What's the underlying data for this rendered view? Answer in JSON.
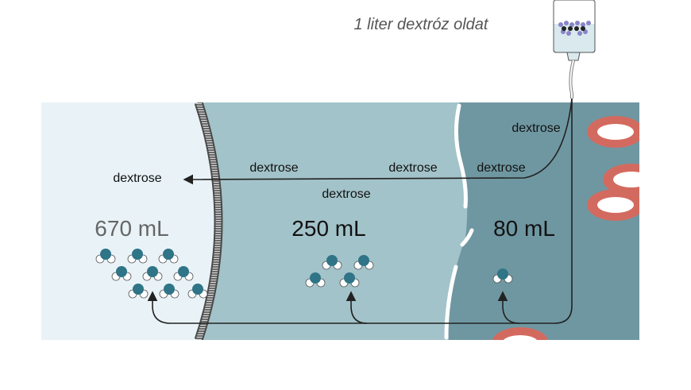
{
  "iv_bag": {
    "caption": "1 liter dextróz oldat"
  },
  "compartments": {
    "intracellular": {
      "volume": "670 mL"
    },
    "interstitial": {
      "volume": "250 mL"
    },
    "intravascular": {
      "volume": "80 mL"
    }
  },
  "dextrose_labels": {
    "vessel_top": "dextrose",
    "vessel_flow": "dextrose",
    "interstitial_right": "dextrose",
    "interstitial_left": "dextrose",
    "interstitial_below": "dextrose",
    "intracellular": "dextrose"
  },
  "colors": {
    "intracellular_fill": "#e9f3f7",
    "interstitial_fill": "#a2c3c9",
    "intravascular_fill": "#6f97a1",
    "red_cell": "#d36a5f",
    "water_oxygen": "#2f7487",
    "membrane": "#595959",
    "arrow": "#222222"
  },
  "icons": [
    "iv-bag-icon",
    "water-molecule-icon",
    "red-blood-cell-icon",
    "cell-membrane-icon"
  ]
}
